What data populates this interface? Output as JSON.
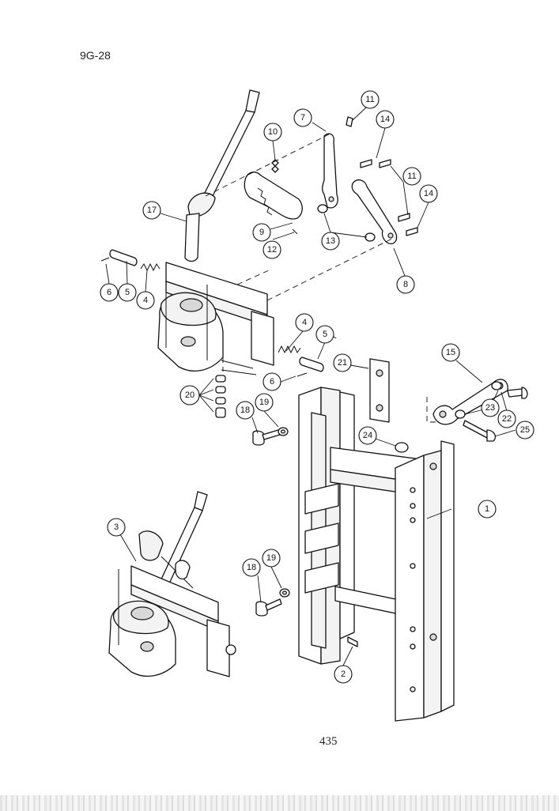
{
  "header": {
    "page_id": "9G-28"
  },
  "footer": {
    "page_number": "435"
  },
  "callouts": [
    {
      "label": "1"
    },
    {
      "label": "2"
    },
    {
      "label": "3"
    },
    {
      "label": "4"
    },
    {
      "label": "4"
    },
    {
      "label": "5"
    },
    {
      "label": "5"
    },
    {
      "label": "6"
    },
    {
      "label": "6"
    },
    {
      "label": "7"
    },
    {
      "label": "8"
    },
    {
      "label": "9"
    },
    {
      "label": "10"
    },
    {
      "label": "11"
    },
    {
      "label": "11"
    },
    {
      "label": "12"
    },
    {
      "label": "13"
    },
    {
      "label": "14"
    },
    {
      "label": "14"
    },
    {
      "label": "15"
    },
    {
      "label": "17"
    },
    {
      "label": "18"
    },
    {
      "label": "18"
    },
    {
      "label": "19"
    },
    {
      "label": "19"
    },
    {
      "label": "20"
    },
    {
      "label": "21"
    },
    {
      "label": "22"
    },
    {
      "label": "23"
    },
    {
      "label": "24"
    },
    {
      "label": "25"
    }
  ]
}
